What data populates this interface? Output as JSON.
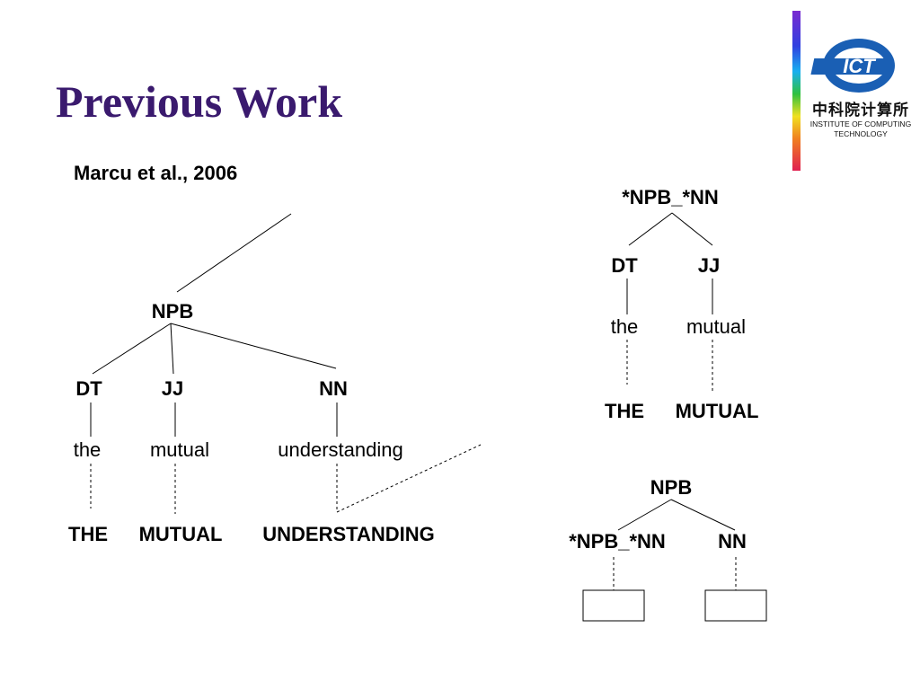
{
  "slide": {
    "title": "Previous Work",
    "citation": "Marcu et al., 2006"
  },
  "logo": {
    "emblem_text": "ICT",
    "chinese_name": "中科院计算所",
    "english_name_line1": "INSTITUTE OF COMPUTING",
    "english_name_line2": "TECHNOLOGY",
    "colors": {
      "ring": "#1a5fb4",
      "text": "#ffffff"
    }
  },
  "colors": {
    "title": "#3a1a6e",
    "text": "#000000"
  },
  "main_tree": {
    "root": "NPB",
    "pos_tags": [
      "DT",
      "JJ",
      "NN"
    ],
    "words": [
      "the",
      "mutual",
      "understanding"
    ],
    "translations": [
      "THE",
      "MUTUAL",
      "UNDERSTANDING"
    ]
  },
  "rule_tree_1": {
    "root": "*NPB_*NN",
    "pos_tags": [
      "DT",
      "JJ"
    ],
    "words": [
      "the",
      "mutual"
    ],
    "translations": [
      "THE",
      "MUTUAL"
    ]
  },
  "rule_tree_2": {
    "root": "NPB",
    "children": [
      "*NPB_*NN",
      "NN"
    ]
  }
}
